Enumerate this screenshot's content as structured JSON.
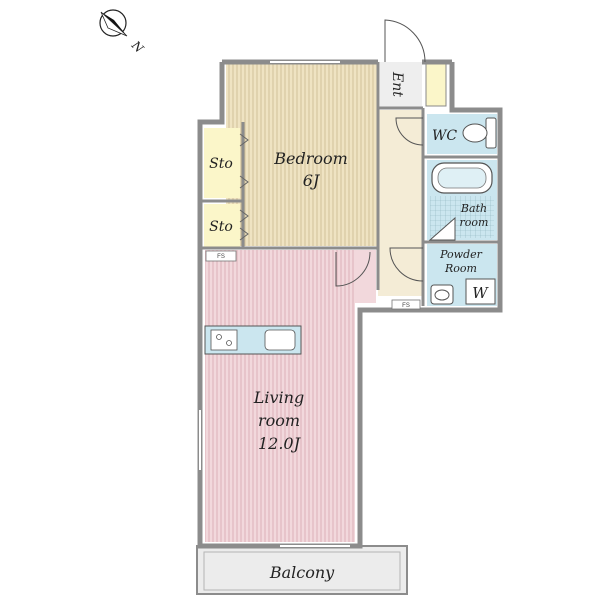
{
  "compass": {
    "letter": "N"
  },
  "rooms": {
    "entrance": "Ent",
    "wc": "WC",
    "bedroom": {
      "name": "Bedroom",
      "size": "6J"
    },
    "storage_top": "Sto",
    "storage_bottom": "Sto",
    "bath": {
      "line1": "Bath",
      "line2": "room"
    },
    "powder": {
      "line1": "Powder",
      "line2": "Room"
    },
    "washer": "W",
    "fs_left": "FS",
    "fs_right": "FS",
    "living": {
      "line1": "Living",
      "line2": "room",
      "size": "12.0J"
    },
    "balcony": "Balcony"
  },
  "colors": {
    "wall": "#8c8c8c",
    "bedroom": "#efe3c2",
    "living": "#f2d8dc",
    "storage": "#fbf6c9",
    "hall": "#f4ecd6",
    "wet": "#cbe6ef",
    "balcony": "#ececec"
  }
}
